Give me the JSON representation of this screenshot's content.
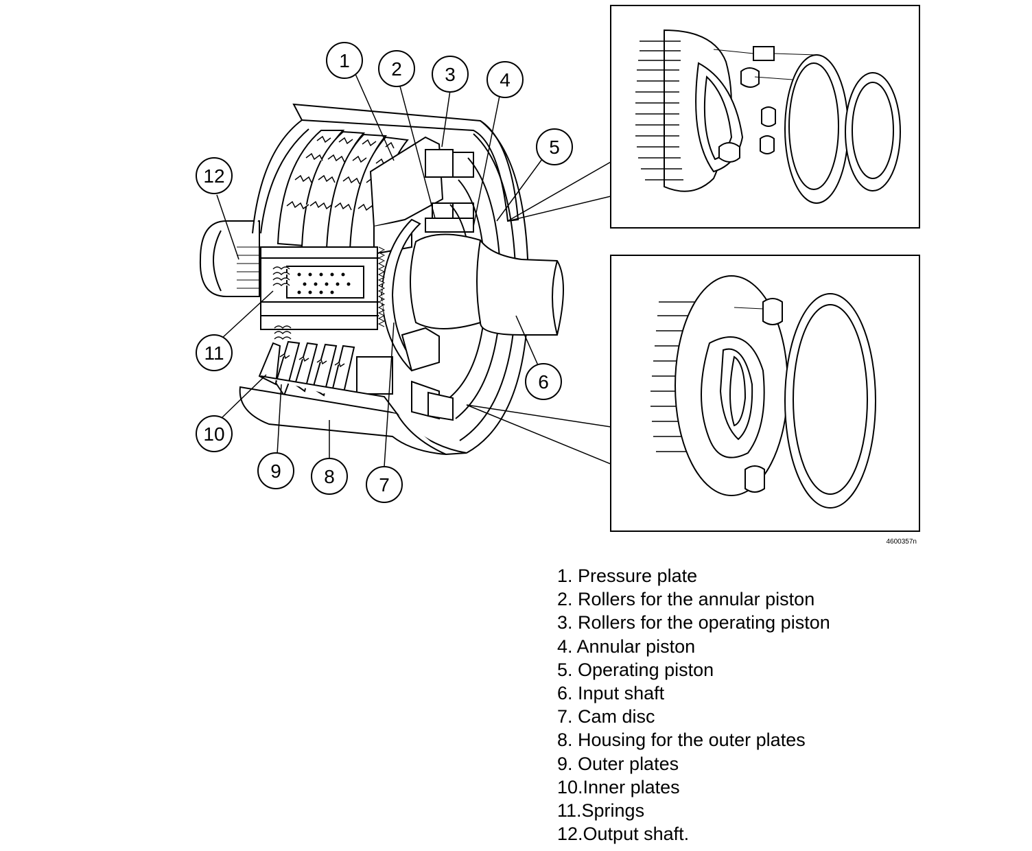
{
  "figure": {
    "reference_code": "4600357n",
    "callouts": [
      {
        "num": "1"
      },
      {
        "num": "2"
      },
      {
        "num": "3"
      },
      {
        "num": "4"
      },
      {
        "num": "5"
      },
      {
        "num": "6"
      },
      {
        "num": "7"
      },
      {
        "num": "8"
      },
      {
        "num": "9"
      },
      {
        "num": "10"
      },
      {
        "num": "11"
      },
      {
        "num": "12"
      }
    ]
  },
  "legend": {
    "items": [
      "1. Pressure plate",
      "2. Rollers for the annular piston",
      "3. Rollers for the operating piston",
      "4. Annular piston",
      "5. Operating piston",
      "6. Input shaft",
      "7. Cam disc",
      "8. Housing for the outer plates",
      "9. Outer plates",
      "10.Inner plates",
      "11.Springs",
      "12.Output shaft."
    ]
  }
}
